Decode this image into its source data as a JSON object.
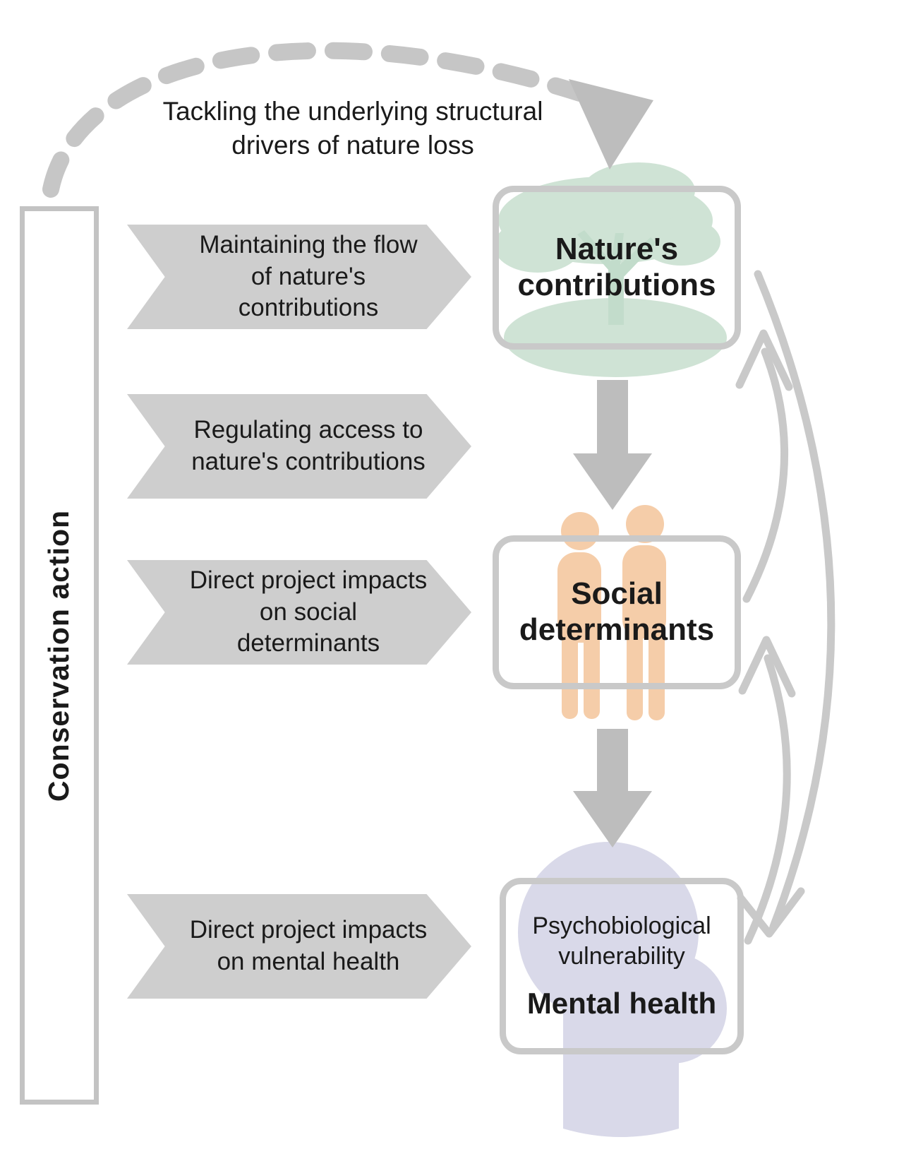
{
  "diagram_title": "Conservation action and mental health pathway diagram",
  "left_bar": {
    "label": "Conservation action"
  },
  "top_arrow": {
    "label": "Tackling the underlying structural drivers of nature loss",
    "style": "dashed-arc"
  },
  "action_labels": [
    {
      "text": "Maintaining the flow of nature's contributions"
    },
    {
      "text": "Regulating access to nature's contributions"
    },
    {
      "text": "Direct project impacts on social determinants"
    },
    {
      "text": "Direct project impacts on mental health"
    }
  ],
  "boxes": {
    "nature": {
      "title": "Nature's contributions",
      "icon": "tree-icon"
    },
    "social": {
      "title": "Social determinants",
      "icon": "people-icon"
    },
    "mental": {
      "subtitle": "Psychobiological vulnerability",
      "title": "Mental health",
      "icon": "head-profile-icon"
    }
  },
  "flow_arrows": [
    {
      "from": "Nature's contributions",
      "to": "Social determinants",
      "style": "solid-down"
    },
    {
      "from": "Social determinants",
      "to": "Mental health",
      "style": "solid-down"
    }
  ],
  "feedback_arrows": [
    {
      "from": "Social determinants",
      "to": "Nature's contributions",
      "style": "curved-outline"
    },
    {
      "from": "Mental health",
      "to": "Social determinants",
      "style": "curved-outline"
    },
    {
      "from": "Nature's contributions",
      "to": "Mental health",
      "style": "curved-outline-outer"
    }
  ],
  "colors": {
    "arrow_gray": "#bdbdbd",
    "dashed_arc_gray": "#c6c6c6",
    "label_fill": "#cecece",
    "box_border": "#c9c9c9",
    "feedback_stroke": "#c9c9c9",
    "text": "#1a1a1a",
    "tree_green": "#cfe3d5",
    "people_peach": "#f5cda9",
    "head_lavender": "#d9d9e9",
    "background": "#ffffff"
  }
}
